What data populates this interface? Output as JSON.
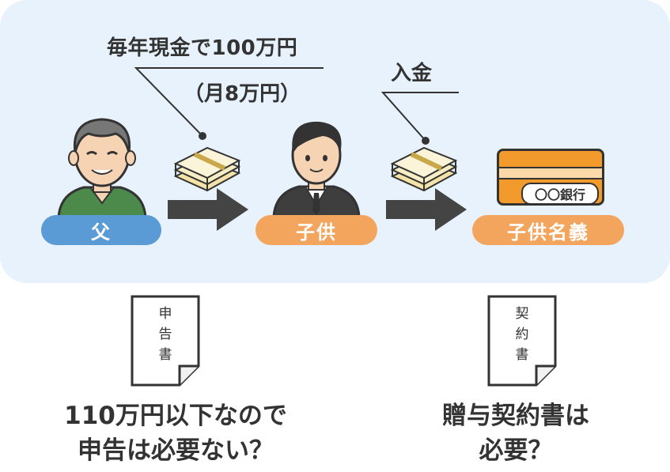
{
  "flow": {
    "transfer_label_line1": "毎年現金で100万円",
    "transfer_label_line2": "（月8万円）",
    "deposit_label": "入金"
  },
  "people": {
    "father_label": "父",
    "child_label": "子供"
  },
  "account": {
    "bank_name": "〇〇銀行",
    "label": "子供名義"
  },
  "documents": {
    "tax_return": [
      "申",
      "告",
      "書"
    ],
    "gift_contract": [
      "契",
      "約",
      "書"
    ]
  },
  "questions": {
    "left_line1": "110万円以下なので",
    "left_line2": "申告は必要ない？",
    "right_line1": "贈与契約書は",
    "right_line2": "必要？"
  },
  "colors": {
    "panel_bg": "#e8f2fc",
    "father_pill": "#5b9bd5",
    "child_pill": "#f3a45d",
    "arrow": "#444444",
    "bankbook": "#f39a2c"
  }
}
